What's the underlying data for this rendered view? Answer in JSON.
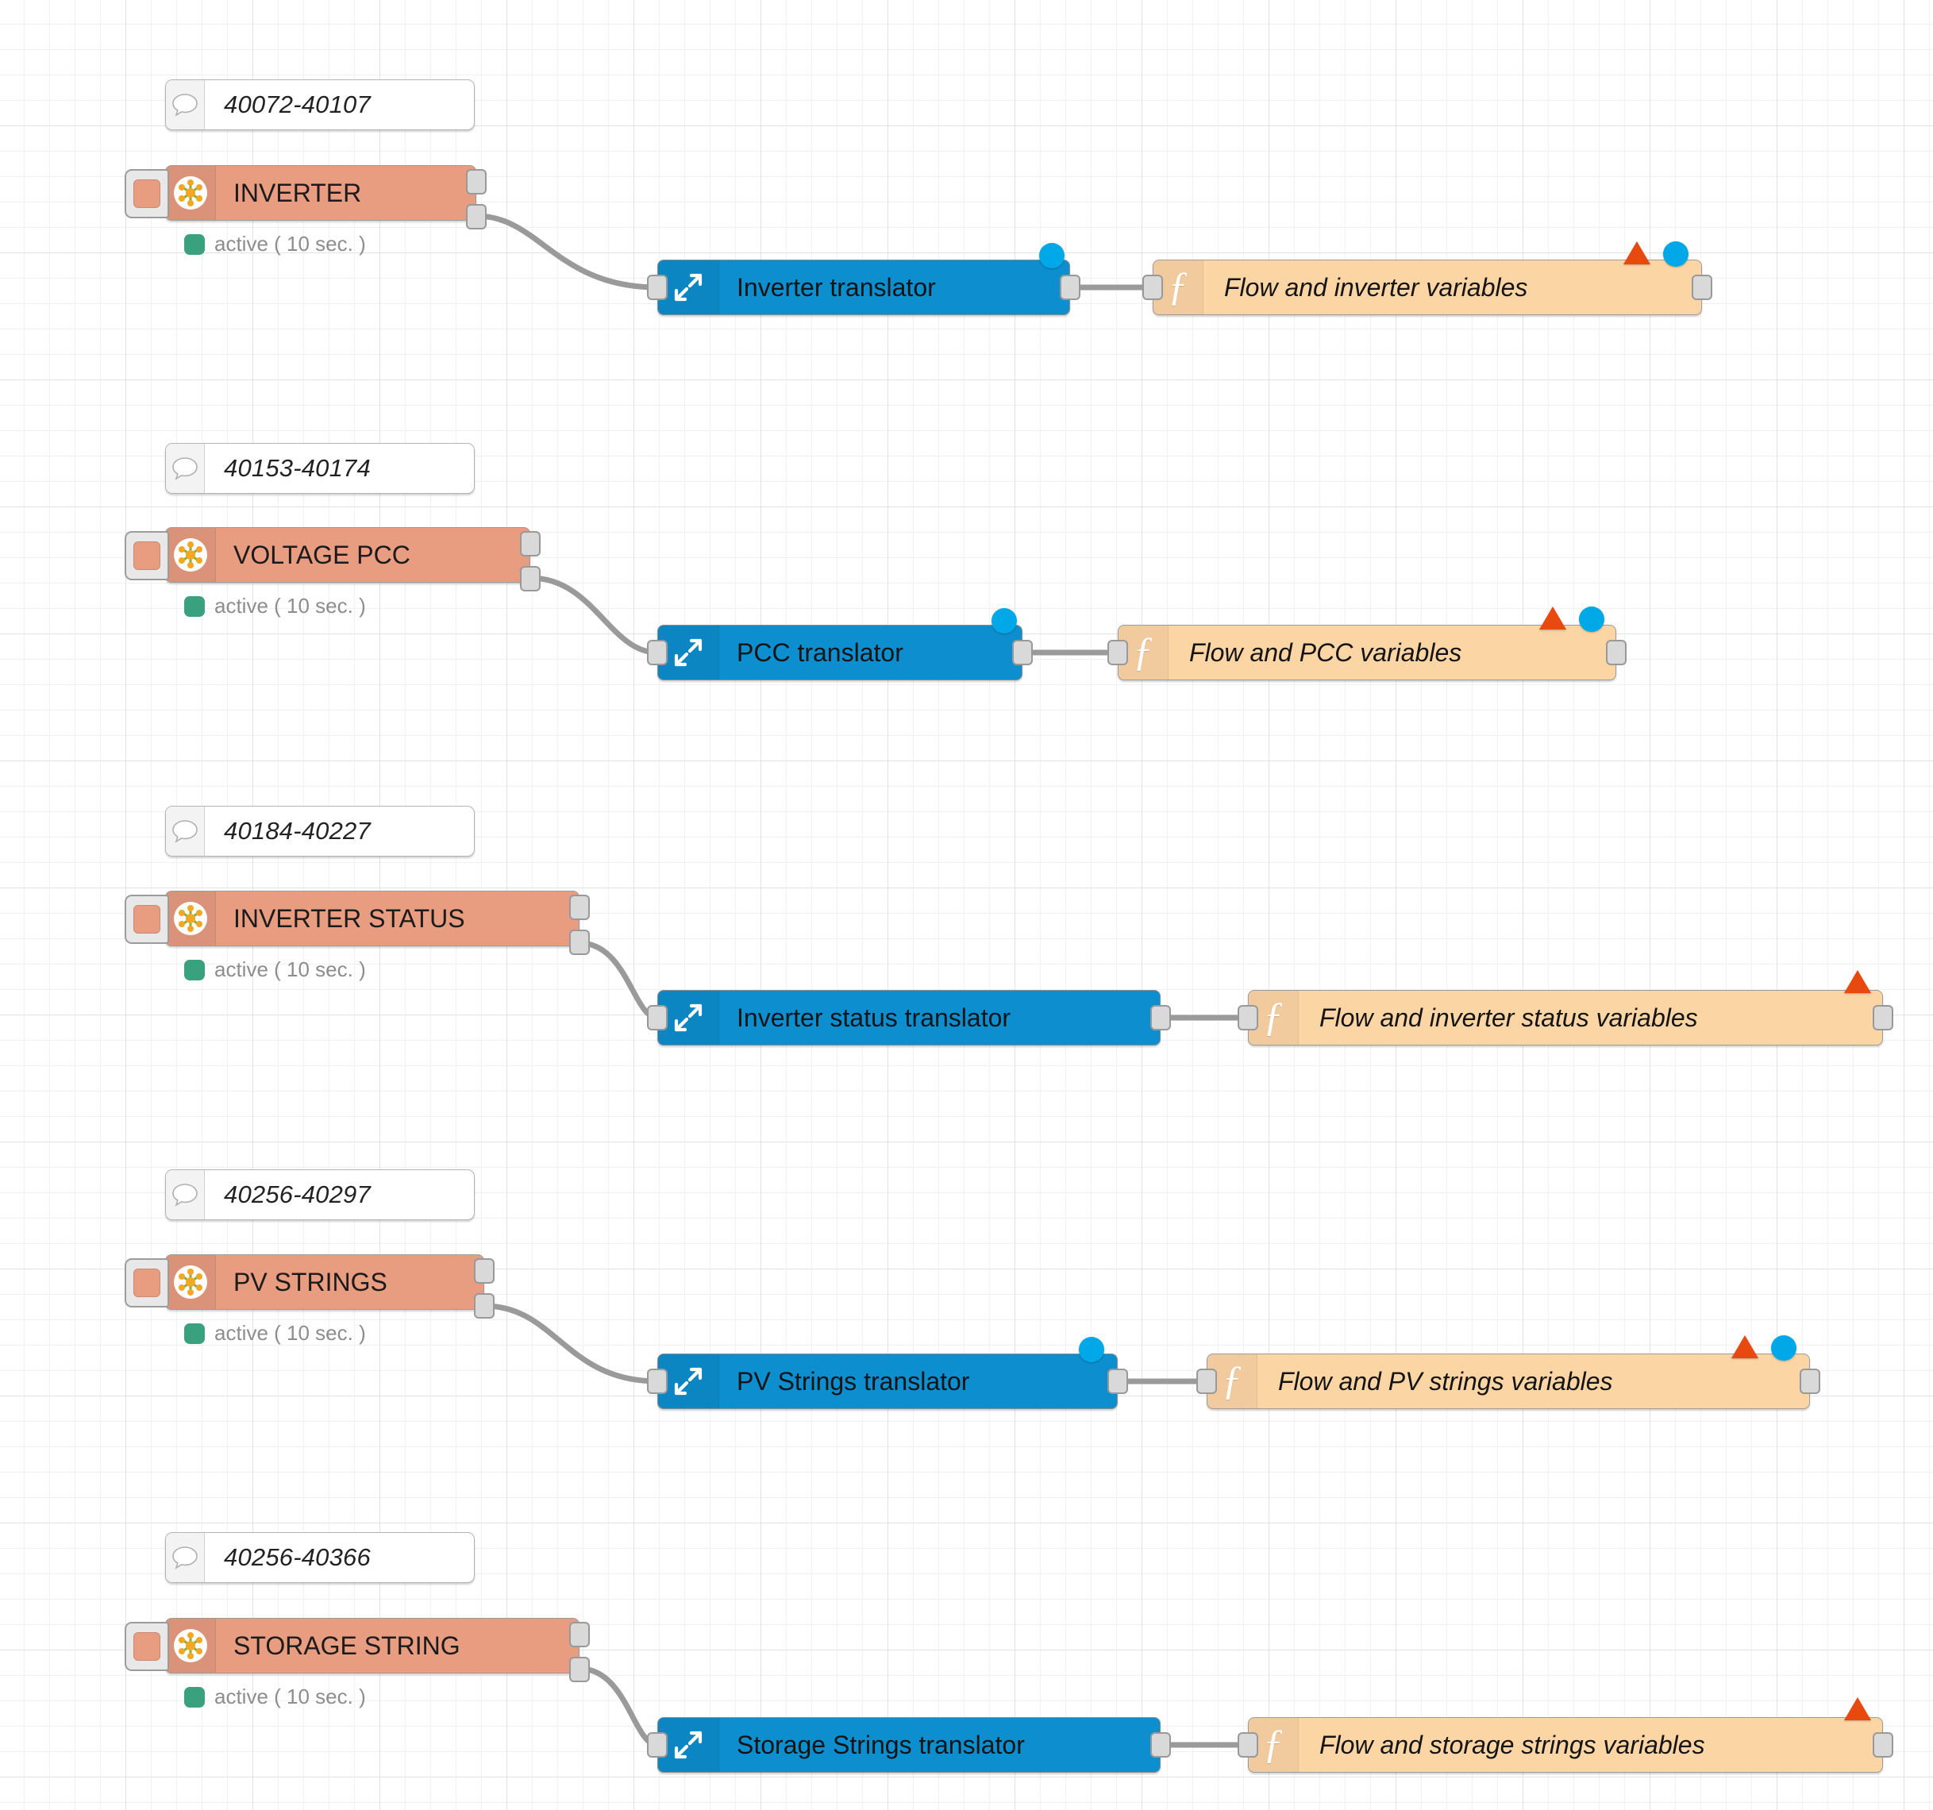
{
  "editor": {
    "name": "node-red-flow-canvas",
    "grid": "on",
    "background": "#ffffff"
  },
  "colors": {
    "modbus_node": "#e89c80",
    "translator_node": "#0d8ecf",
    "function_node": "#fcd5a5",
    "comment_node": "#ffffff",
    "status_dot_active": "#3aa17e",
    "badge_warning": "#e8490f",
    "badge_info": "#00a8e8",
    "wire": "#9a9a9a",
    "port": "#d9d9d9",
    "grid_line": "#e3e3e3"
  },
  "icons": {
    "comment": "speech-bubble-icon",
    "modbus": "flower-asterisk-icon",
    "translator": "expand-arrows-icon",
    "function": "function-f-icon",
    "node_button": "node-toggle-button"
  },
  "status_label": "active ( 10 sec. )",
  "flows": [
    {
      "id": "inverter",
      "comment": "40072-40107",
      "source": {
        "label": "INVERTER",
        "status": "active ( 10 sec. )",
        "outputs": 2
      },
      "translator": {
        "label": "Inverter translator",
        "badges": [
          "info"
        ]
      },
      "function": {
        "label": "Flow and inverter variables",
        "badges": [
          "warning",
          "info"
        ]
      }
    },
    {
      "id": "voltage-pcc",
      "comment": "40153-40174",
      "source": {
        "label": "VOLTAGE PCC",
        "status": "active ( 10 sec. )",
        "outputs": 2
      },
      "translator": {
        "label": "PCC translator",
        "badges": [
          "info"
        ]
      },
      "function": {
        "label": "Flow and PCC variables",
        "badges": [
          "warning",
          "info"
        ]
      }
    },
    {
      "id": "inverter-status",
      "comment": "40184-40227",
      "source": {
        "label": "INVERTER STATUS",
        "status": "active ( 10 sec. )",
        "outputs": 2
      },
      "translator": {
        "label": "Inverter status translator",
        "badges": []
      },
      "function": {
        "label": "Flow and inverter status variables",
        "badges": [
          "warning"
        ]
      }
    },
    {
      "id": "pv-strings",
      "comment": "40256-40297",
      "source": {
        "label": "PV STRINGS",
        "status": "active ( 10 sec. )",
        "outputs": 2
      },
      "translator": {
        "label": "PV Strings translator",
        "badges": [
          "info"
        ]
      },
      "function": {
        "label": "Flow and PV strings variables",
        "badges": [
          "warning",
          "info"
        ]
      }
    },
    {
      "id": "storage-strings",
      "comment": "40256-40366",
      "source": {
        "label": "STORAGE STRING",
        "status": "active ( 10 sec. )",
        "outputs": 2
      },
      "translator": {
        "label": "Storage Strings translator",
        "badges": []
      },
      "function": {
        "label": "Flow and storage strings variables",
        "badges": [
          "warning"
        ]
      }
    }
  ]
}
